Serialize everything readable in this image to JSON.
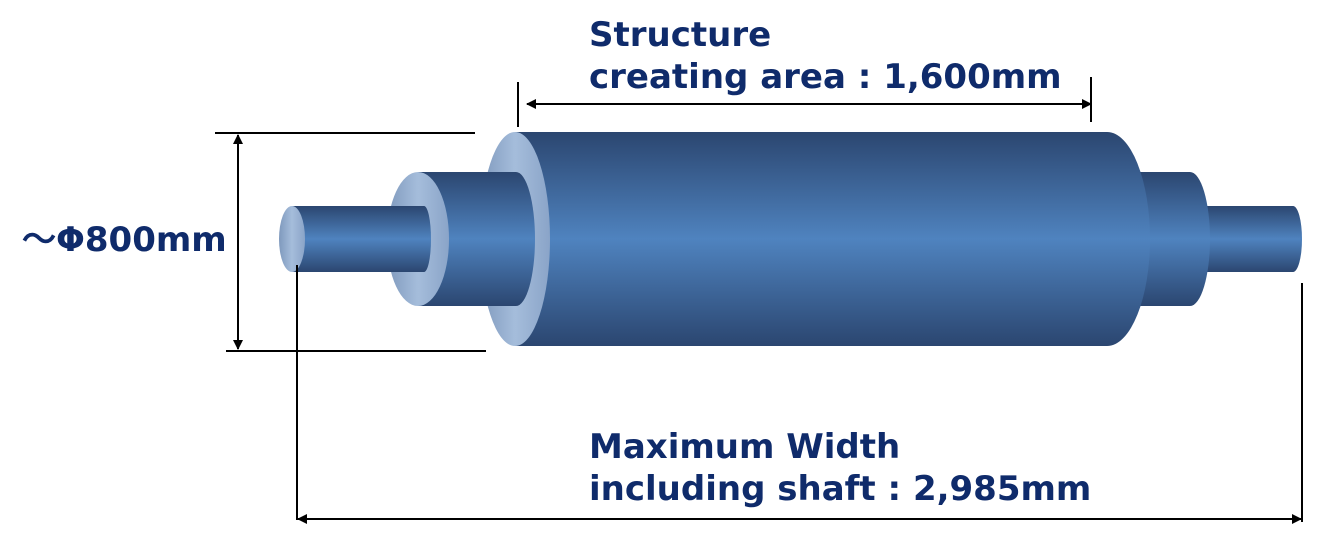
{
  "labels": {
    "diameter": "～Φ800mm",
    "structure_area_line1": "Structure",
    "structure_area_line2": "creating area : 1,600mm",
    "max_width_line1": "Maximum Width",
    "max_width_line2": "including shaft : 2,985mm"
  },
  "colors": {
    "text": "#0f2b6b",
    "roll_mid": "#4f83bf",
    "roll_edge": "#2b4670",
    "end_face": "#8fa9cc",
    "dimension_lines": "#000000"
  }
}
